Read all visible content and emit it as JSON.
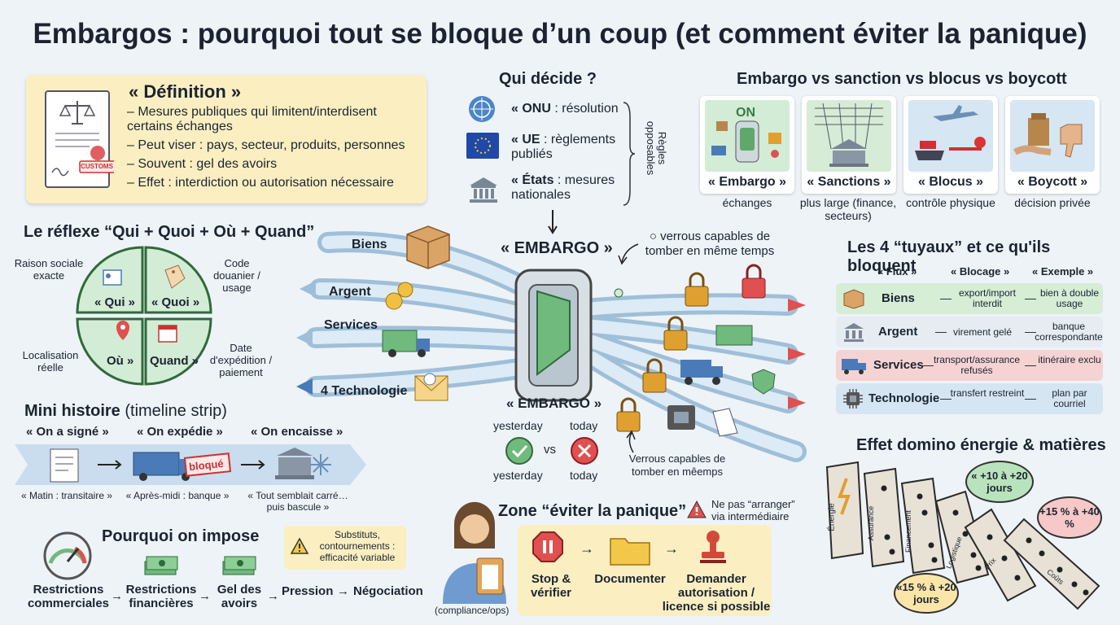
{
  "title": "Embargos : pourquoi tout se bloque d’un coup (et comment éviter la panique)",
  "definition": {
    "title": "« Définition »",
    "lines": [
      "– Mesures publiques qui limitent/interdisent certains échanges",
      "– Peut viser : pays, secteur, produits, personnes",
      "– Souvent : gel des avoirs",
      "– Effet : interdiction ou autorisation nécessaire"
    ],
    "stamp": "CUSTOMS"
  },
  "qui_decide": {
    "title": "Qui décide ?",
    "items": [
      {
        "bold": "« ONU",
        "rest": " : résolution"
      },
      {
        "bold": "« UE",
        "rest": " : règlements publiés"
      },
      {
        "bold": "« États",
        "rest": " : mesures nationales"
      }
    ],
    "brace_label": "Règles opposables"
  },
  "embargo_vs": {
    "title": "Embargo vs sanction vs blocus vs boycott",
    "cards": [
      {
        "name": "« Embargo »",
        "sub": "échanges",
        "tag": "ON"
      },
      {
        "name": "« Sanctions »",
        "sub": "plus large (finance, secteurs)"
      },
      {
        "name": "« Blocus »",
        "sub": "contrôle physique"
      },
      {
        "name": "« Boycott »",
        "sub": "décision privée"
      }
    ]
  },
  "reflex": {
    "title": "Le réflexe “Qui + Quoi + Où + Quand”",
    "quadrants": [
      "« Qui »",
      "« Quoi »",
      "Où »",
      "Quand »"
    ],
    "notes": [
      "Raison sociale exacte",
      "Code douanier / usage",
      "Localisation réelle",
      "Date d'expédition / paiement"
    ]
  },
  "pipes": {
    "labels": [
      "Biens",
      "Argent",
      "Services",
      "4 Technologie"
    ],
    "embargo_top": "« EMBARGO »",
    "embargo_bottom": "« EMBARGO »",
    "locks_note": "○ verrous capables de tomber en même temps",
    "locks_note2": "Verrous capables de tomber en mêemps",
    "compare": {
      "y1": "yesterday",
      "t1": "today",
      "vs": "vs",
      "y2": "yesterday",
      "t2": "today"
    }
  },
  "tuyaux": {
    "title": "Les 4 “tuyaux” et ce qu'ils bloquent",
    "headers": [
      "« Flux »",
      "« Blocage »",
      "« Exemple »"
    ],
    "rows": [
      {
        "name": "Biens",
        "blocage": "export/import interdit",
        "exemple": "bien à double usage",
        "color": "#d6edd6"
      },
      {
        "name": "Argent",
        "blocage": "virement gelé",
        "exemple": "banque correspondante",
        "color": "#e6ecf2"
      },
      {
        "name": "Services",
        "blocage": "transport/assurance refusés",
        "exemple": "itinéraire exclu",
        "color": "#f6d3d3"
      },
      {
        "name": "Technologie",
        "blocage": "transfert restreint",
        "exemple": "plan par courriel",
        "color": "#d6e5f2"
      }
    ]
  },
  "timeline": {
    "title_bold": "Mini histoire",
    "title_rest": " (timeline strip)",
    "steps": [
      "« On a signé »",
      "« On expédie »",
      "« On encaisse »"
    ],
    "footers": [
      "« Matin : transitaire »",
      "« Après-midi : banque »",
      "« Tout semblait carré… puis bascule »"
    ],
    "stamp": "bloqué"
  },
  "pourquoi": {
    "title": "Pourquoi on impose",
    "note": "Substituts, contournements : efficacité variable",
    "steps": [
      "Restrictions commerciales",
      "Restrictions financières",
      "Gel des avoirs",
      "Pression",
      "Négociation"
    ],
    "arrow": "→"
  },
  "zone": {
    "title": "Zone “éviter la panique”",
    "warning": "Ne pas “arranger” via intermédiaire",
    "role": "(compliance/ops)",
    "steps": [
      "Stop & vérifier",
      "Documenter",
      "Demander autorisation / licence si possible"
    ],
    "arrow": "→"
  },
  "domino": {
    "title": "Effet domino énergie & matières",
    "pieces": [
      "Énergie",
      "Assurance",
      "Financement",
      "Logistique",
      "Prix",
      "Coûts"
    ],
    "bubbles": [
      "« +10 à +20 jours",
      "+15 % à +40 %",
      "«15 % à +20 jours"
    ]
  },
  "colors": {
    "accent_green": "#5fa86a",
    "lock": "#e0a030",
    "red": "#e05050",
    "pipe": "#cfe0ee"
  }
}
